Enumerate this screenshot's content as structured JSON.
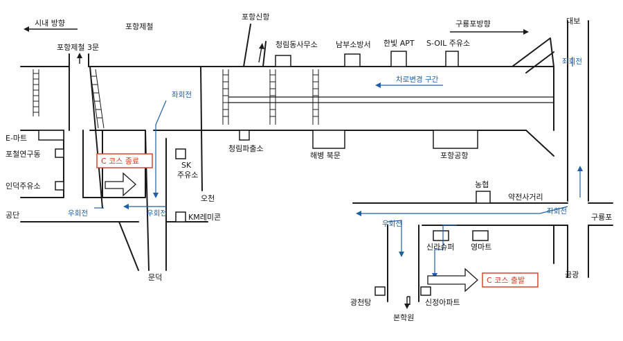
{
  "labels": {
    "city_direction": "시내 방향",
    "posco": "포항제철",
    "posco_gate3": "포항제철 3문",
    "new_port": "포항신항",
    "cheongrim_office": "청림동사무소",
    "south_fire": "남부소방서",
    "hanbit_apt": "한빛 APT",
    "soil_station": "S-OIL 주유소",
    "guryongpo_direction": "구룡포방향",
    "daebo": "대보",
    "emart": "E-마트",
    "steel_lab": "포철연구동",
    "indeok_station": "인덕주유소",
    "gongdan": "공단",
    "sk_station": "SK\n주유소",
    "ocheon": "오천",
    "km_remicon": "KM레미콘",
    "mundeok": "문덕",
    "cheongrim_police": "청림파출소",
    "marine_north_gate": "해병 북문",
    "pohang_airport": "포항공항",
    "nonghyup": "농협",
    "yakjeon_intersection": "약전사거리",
    "guryongpo": "구룡포",
    "silla_super": "신라슈퍼",
    "youngmart": "영마트",
    "geumgwang": "금광",
    "gwangcheontang": "광천탕",
    "shinjeong_apt": "신정아파트",
    "bonhakwon": "본학원"
  },
  "blue_labels": {
    "lane_change": "차로변경 구간",
    "left_turn_1": "좌회전",
    "left_turn_2": "좌회전",
    "left_turn_3": "좌회전",
    "right_turn_1": "우회전",
    "right_turn_2": "우회전",
    "right_turn_3": "우회전"
  },
  "course": {
    "end_label": "C 코스 종료",
    "start_label": "C 코스 출발"
  },
  "colors": {
    "road": "#1a1a1a",
    "blue_text": "#1f5fa8",
    "course_red": "#d8331c"
  }
}
